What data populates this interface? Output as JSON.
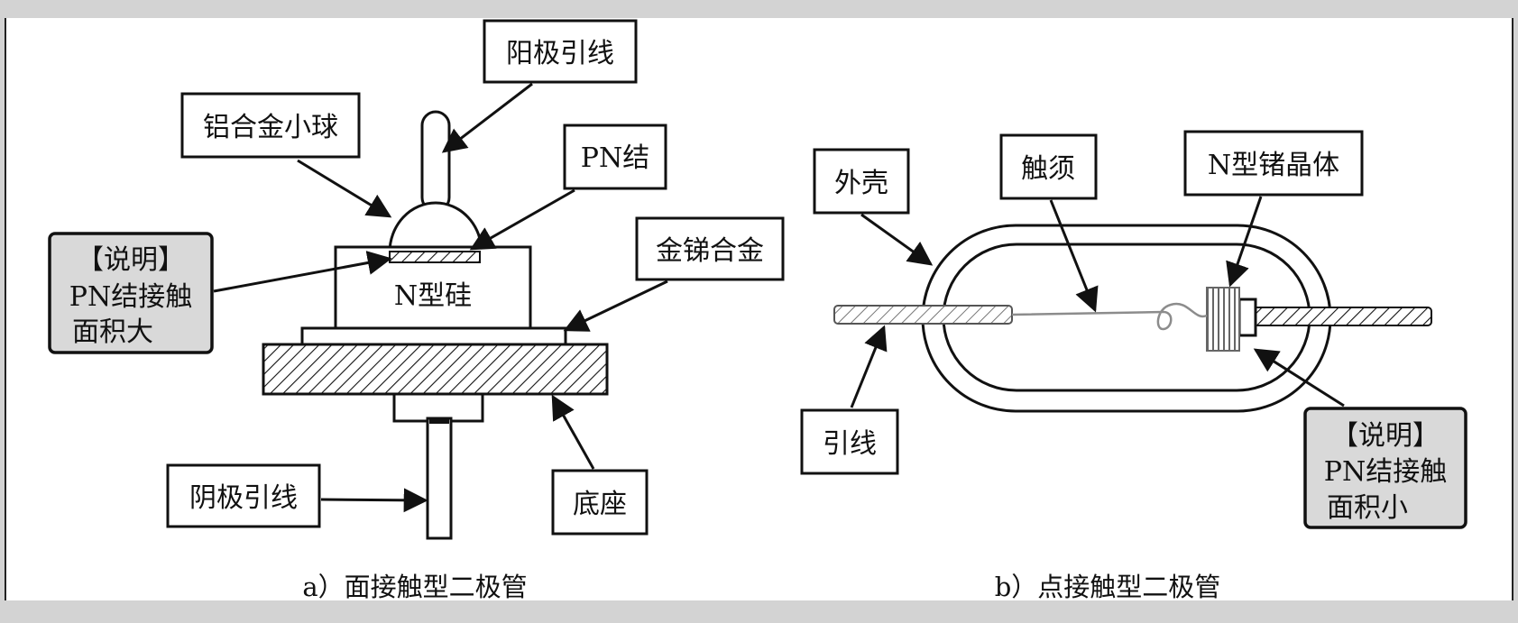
{
  "colors": {
    "frame_gray": "#d3d3d3",
    "note_fill": "#d9d9d9",
    "ink": "#111111",
    "wire_gray": "#8c8c8c"
  },
  "diagram_a": {
    "caption": "a）面接触型二极管",
    "labels": {
      "anode_lead": "阳极引线",
      "aluminum_ball": "铝合金小球",
      "pn_junction": "PN结",
      "gold_antimony": "金锑合金",
      "n_silicon": "N型硅",
      "cathode_lead": "阴极引线",
      "base": "底座"
    },
    "note": {
      "title": "【说明】",
      "line1": "PN结接触",
      "line2": "面积大"
    }
  },
  "diagram_b": {
    "caption": "b）点接触型二极管",
    "labels": {
      "shell": "外壳",
      "whisker": "触须",
      "n_germanium": "N型锗晶体",
      "lead": "引线"
    },
    "note": {
      "title": "【说明】",
      "line1": "PN结接触",
      "line2": "面积小"
    }
  }
}
